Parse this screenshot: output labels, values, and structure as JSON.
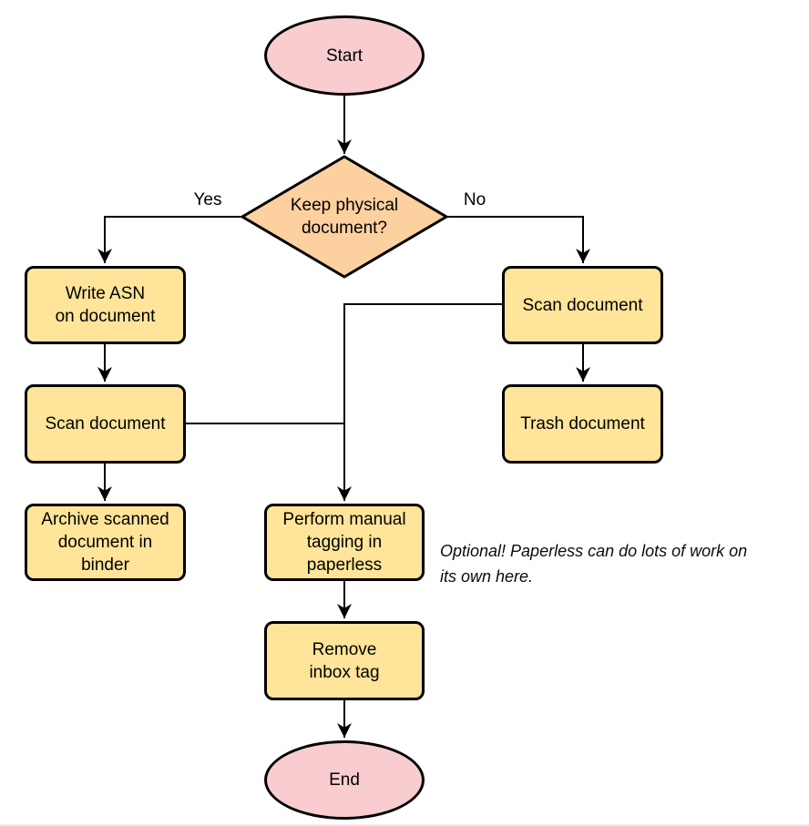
{
  "diagram": {
    "type": "flowchart",
    "colors": {
      "terminal_fill": "#F9CDCF",
      "decision_fill": "#FDD0A0",
      "process_fill": "#FFE499",
      "stroke": "#000000"
    },
    "nodes": {
      "start": {
        "shape": "ellipse",
        "label": "Start"
      },
      "decision": {
        "shape": "diamond",
        "label": [
          "Keep physical",
          "document?"
        ]
      },
      "write_asn": {
        "shape": "rounded-rect",
        "label": [
          "Write ASN",
          "on document"
        ]
      },
      "scan_left": {
        "shape": "rounded-rect",
        "label": "Scan document"
      },
      "archive": {
        "shape": "rounded-rect",
        "label": [
          "Archive scanned",
          "document in",
          "binder"
        ]
      },
      "scan_right": {
        "shape": "rounded-rect",
        "label": "Scan document"
      },
      "trash": {
        "shape": "rounded-rect",
        "label": "Trash document"
      },
      "tagging": {
        "shape": "rounded-rect",
        "label": [
          "Perform manual",
          "tagging in",
          "paperless"
        ]
      },
      "remove_inbox": {
        "shape": "rounded-rect",
        "label": [
          "Remove",
          "inbox tag"
        ]
      },
      "end": {
        "shape": "ellipse",
        "label": "End"
      }
    },
    "edge_labels": {
      "yes": "Yes",
      "no": "No"
    },
    "note": {
      "text": [
        "Optional! Paperless can do lots of work on",
        "its own here."
      ]
    }
  }
}
